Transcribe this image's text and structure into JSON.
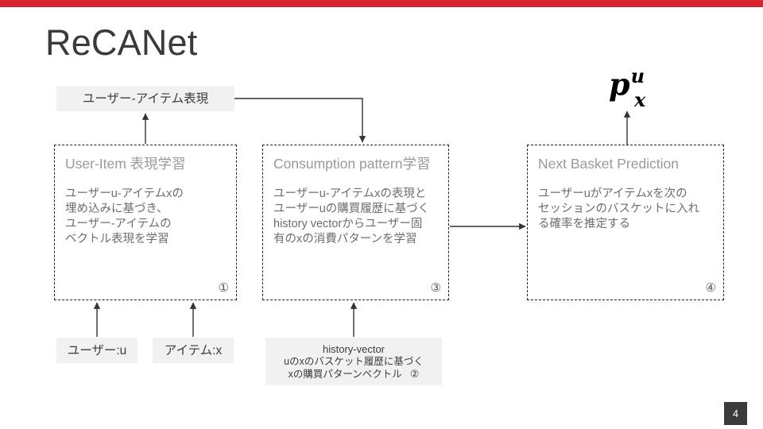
{
  "slide": {
    "title": "ReCANet",
    "page_number": "4",
    "accent_color": "#d9232e",
    "box_fill_color": "#f1f1f1",
    "module_title_color": "#9a9a9a",
    "module_body_color": "#6d6d6d"
  },
  "formula": {
    "base": "p",
    "superscript": "u",
    "subscript": "x"
  },
  "boxes": {
    "user_item_representation": {
      "label": "ユーザー-アイテム表現"
    },
    "user_input": {
      "label": "ユーザー:u"
    },
    "item_input": {
      "label": "アイテム:x"
    },
    "history_vector": {
      "title": "history-vector",
      "line1": "uのxのバスケット履歴に基づく",
      "line2": "xの購買パターンベクトル",
      "number": "②"
    }
  },
  "modules": [
    {
      "title": "User-Item 表現学習",
      "body": [
        "ユーザーu-アイテムxの",
        "埋め込みに基づき、",
        "ユーザー-アイテムの",
        "ベクトル表現を学習"
      ],
      "number": "①"
    },
    {
      "title": "Consumption pattern学習",
      "body": [
        "ユーザーu-アイテムxの表現と",
        "ユーザーuの購買履歴に基づく",
        "history vectorからユーザー固",
        "有のxの消費パターンを学習"
      ],
      "number": "③"
    },
    {
      "title": "Next Basket Prediction",
      "body": [
        "ユーザーuがアイテムxを次の",
        "セッションのバスケットに入れ",
        "る確率を推定する"
      ],
      "number": "④"
    }
  ],
  "connectors": [
    {
      "name": "user-input-to-module1",
      "from": "ユーザー:u",
      "to": "User-Item 表現学習"
    },
    {
      "name": "item-input-to-module1",
      "from": "アイテム:x",
      "to": "User-Item 表現学習"
    },
    {
      "name": "module1-to-representation",
      "from": "User-Item 表現学習",
      "to": "ユーザー-アイテム表現"
    },
    {
      "name": "representation-to-module3",
      "from": "ユーザー-アイテム表現",
      "to": "Consumption pattern学習"
    },
    {
      "name": "history-vector-to-module3",
      "from": "history-vector",
      "to": "Consumption pattern学習"
    },
    {
      "name": "module3-to-module4",
      "from": "Consumption pattern学習",
      "to": "Next Basket Prediction"
    },
    {
      "name": "module4-to-formula",
      "from": "Next Basket Prediction",
      "to": "p^u_x"
    }
  ]
}
